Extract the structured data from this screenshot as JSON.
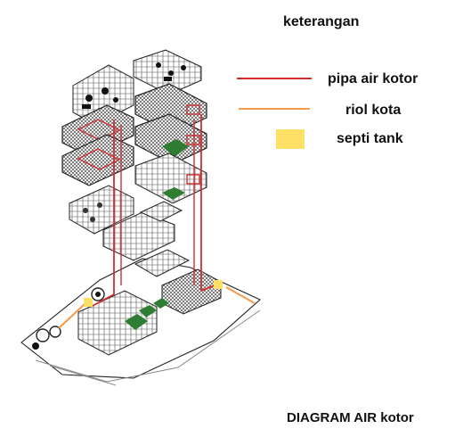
{
  "legend": {
    "title": "keterangan",
    "items": [
      {
        "label": "pipa air kotor",
        "color": "#d32f2f",
        "kind": "line"
      },
      {
        "label": "riol kota",
        "color": "#f59a4a",
        "kind": "line"
      },
      {
        "label": "septi tank",
        "color": "#ffe066",
        "kind": "box"
      }
    ]
  },
  "diagram_title": "DIAGRAM AIR kotor",
  "colors": {
    "ink": "#222222",
    "pipe": "#d32f2f",
    "sewer": "#f59a4a",
    "septic": "#ffe066",
    "green": "#2e7d32"
  }
}
